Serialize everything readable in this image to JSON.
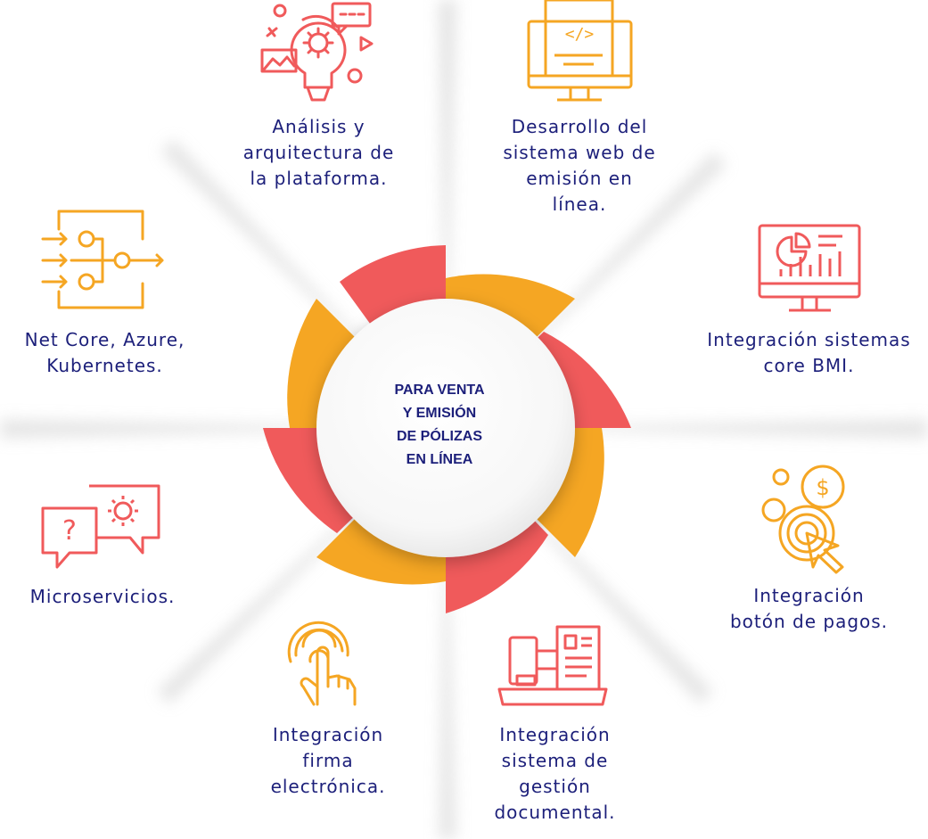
{
  "center": {
    "title": "PARA VENTA\nY EMISIÓN\nDE PÓLIZAS\nEN LÍNEA"
  },
  "items": [
    {
      "label": "Análisis y\narquitectura de\nla plataforma.",
      "icon": "idea-bulb-icon",
      "color": "#f05a5b"
    },
    {
      "label": "Desarrollo del\nsistema web de\nemisión en\nlínea.",
      "icon": "code-monitor-icon",
      "color": "#f5a623"
    },
    {
      "label": "Integración sistemas\ncore BMI.",
      "icon": "analytics-monitor-icon",
      "color": "#f05a5b"
    },
    {
      "label": "Integración\nbotón de pagos.",
      "icon": "payment-click-icon",
      "color": "#f5a623"
    },
    {
      "label": "Integración\nsistema de\ngestión\ndocumental.",
      "icon": "document-management-icon",
      "color": "#f05a5b"
    },
    {
      "label": "Integración\nfirma\nelectrónica.",
      "icon": "fingerprint-touch-icon",
      "color": "#f5a623"
    },
    {
      "label": "Microservicios.",
      "icon": "chat-support-icon",
      "color": "#f05a5b"
    },
    {
      "label": "Net Core, Azure,\nKubernetes.",
      "icon": "workflow-diagram-icon",
      "color": "#f5a623"
    }
  ],
  "colors": {
    "red": "#f05a5b",
    "orange": "#f5a623",
    "text": "#1c1f7a"
  }
}
